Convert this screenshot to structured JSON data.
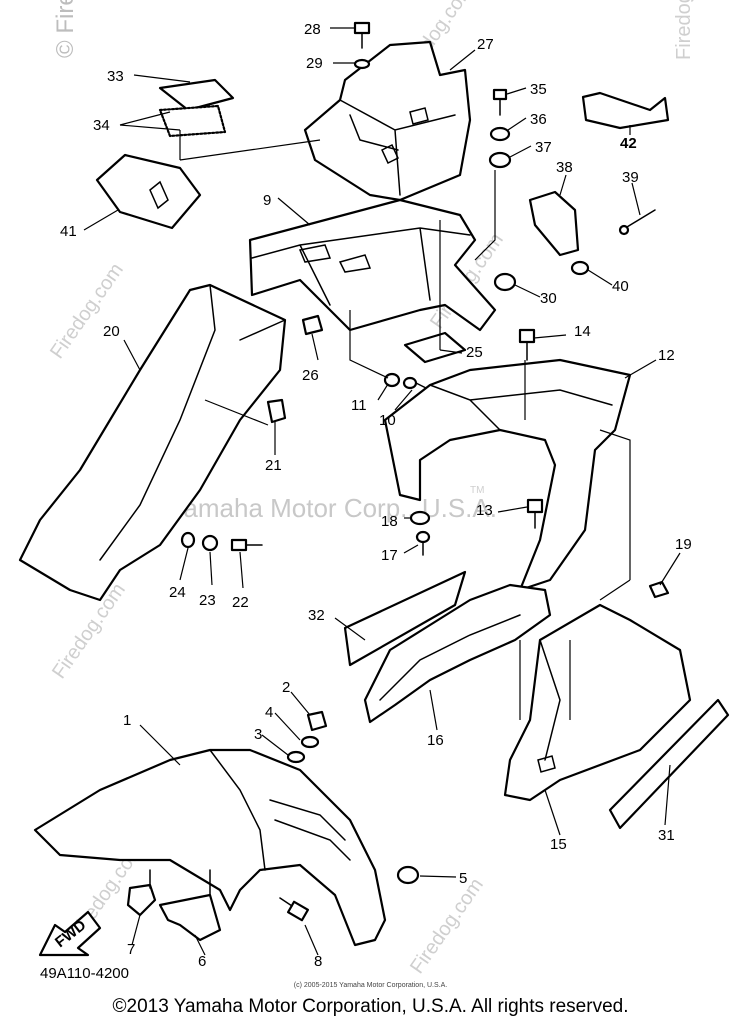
{
  "callouts": {
    "c1": "1",
    "c2": "2",
    "c3": "3",
    "c4": "4",
    "c5": "5",
    "c6": "6",
    "c7": "7",
    "c8": "8",
    "c9": "9",
    "c10": "10",
    "c11": "11",
    "c12": "12",
    "c13": "13",
    "c14": "14",
    "c15": "15",
    "c16": "16",
    "c17": "17",
    "c18": "18",
    "c19": "19",
    "c20": "20",
    "c21": "21",
    "c22": "22",
    "c23": "23",
    "c24": "24",
    "c25": "25",
    "c26": "26",
    "c27": "27",
    "c28": "28",
    "c29": "29",
    "c30": "30",
    "c31": "31",
    "c32": "32",
    "c33": "33",
    "c34": "34",
    "c35": "35",
    "c36": "36",
    "c37": "37",
    "c38": "38",
    "c39": "39",
    "c40": "40",
    "c41": "41",
    "c42": "42"
  },
  "fwd_label": "FWD",
  "diagram_code": "49A110-4200",
  "watermark_center": "Yamaha Motor Corp., U.S.A.",
  "watermark_tm": "TM",
  "watermark_site": "Firedog.com",
  "corner_watermark": "© Firedog",
  "small_copyright": "(c) 2005-2015 Yamaha Motor Corporation, U.S.A.",
  "footer_copyright": "©2013 Yamaha Motor Corporation, U.S.A. All rights reserved."
}
